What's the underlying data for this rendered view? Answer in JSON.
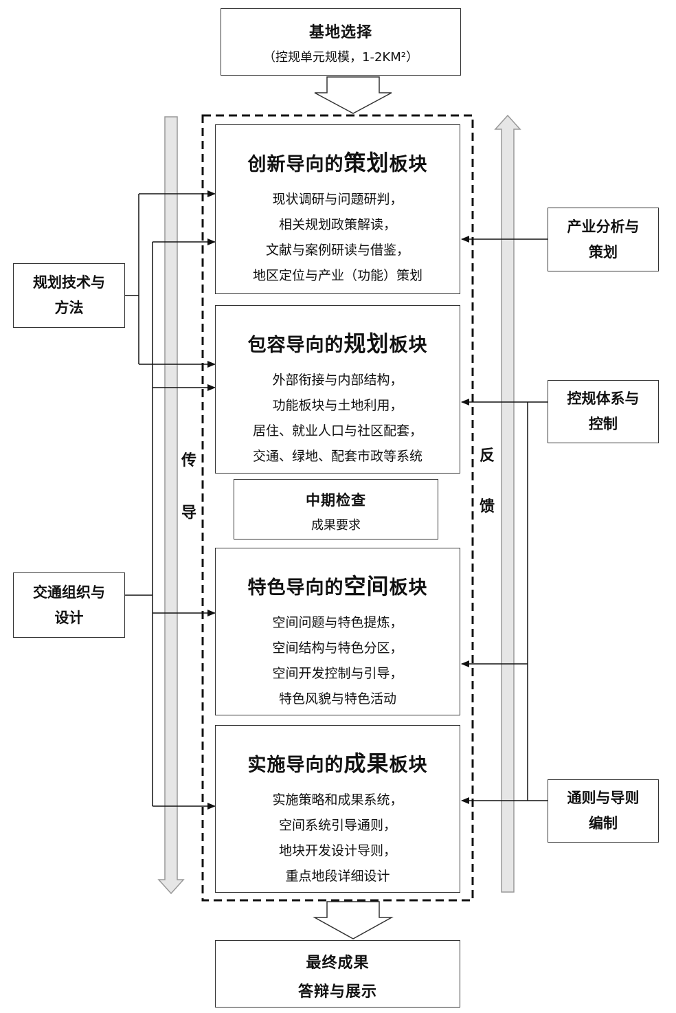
{
  "top_box": {
    "title": "基地选择",
    "subtitle": "（控规单元规模，1-2KM²）"
  },
  "blocks": [
    {
      "prefix": "创新导向的",
      "key": "策划",
      "suffix": "板块",
      "items": [
        "现状调研与问题研判，",
        "相关规划政策解读，",
        "文献与案例研读与借鉴，",
        "地区定位与产业（功能）策划"
      ]
    },
    {
      "prefix": "包容导向的",
      "key": "规划",
      "suffix": "板块",
      "items": [
        "外部衔接与内部结构，",
        "功能板块与土地利用，",
        "居住、就业人口与社区配套，",
        "交通、绿地、配套市政等系统"
      ]
    },
    {
      "prefix": "特色导向的",
      "key": "空间",
      "suffix": "板块",
      "items": [
        "空间问题与特色提炼，",
        "空间结构与特色分区，",
        "空间开发控制与引导，",
        "特色风貌与特色活动"
      ]
    },
    {
      "prefix": "实施导向的",
      "key": "成果",
      "suffix": "板块",
      "items": [
        "实施策略和成果系统，",
        "空间系统引导通则，",
        "地块开发设计导则，",
        "重点地段详细设计"
      ]
    }
  ],
  "midterm": {
    "title": "中期检查",
    "subtitle": "成果要求"
  },
  "left_inputs": [
    {
      "line1": "规划技术与",
      "line2": "方法"
    },
    {
      "line1": "交通组织与",
      "line2": "设计"
    }
  ],
  "right_inputs": [
    {
      "line1": "产业分析与",
      "line2": "策划"
    },
    {
      "line1": "控规体系与",
      "line2": "控制"
    },
    {
      "line1": "通则与导则",
      "line2": "编制"
    }
  ],
  "left_arrow_label": {
    "c1": "传",
    "c2": "导"
  },
  "right_arrow_label": {
    "c1": "反",
    "c2": "馈"
  },
  "bottom_box": {
    "line1": "最终成果",
    "line2": "答辩与展示"
  }
}
